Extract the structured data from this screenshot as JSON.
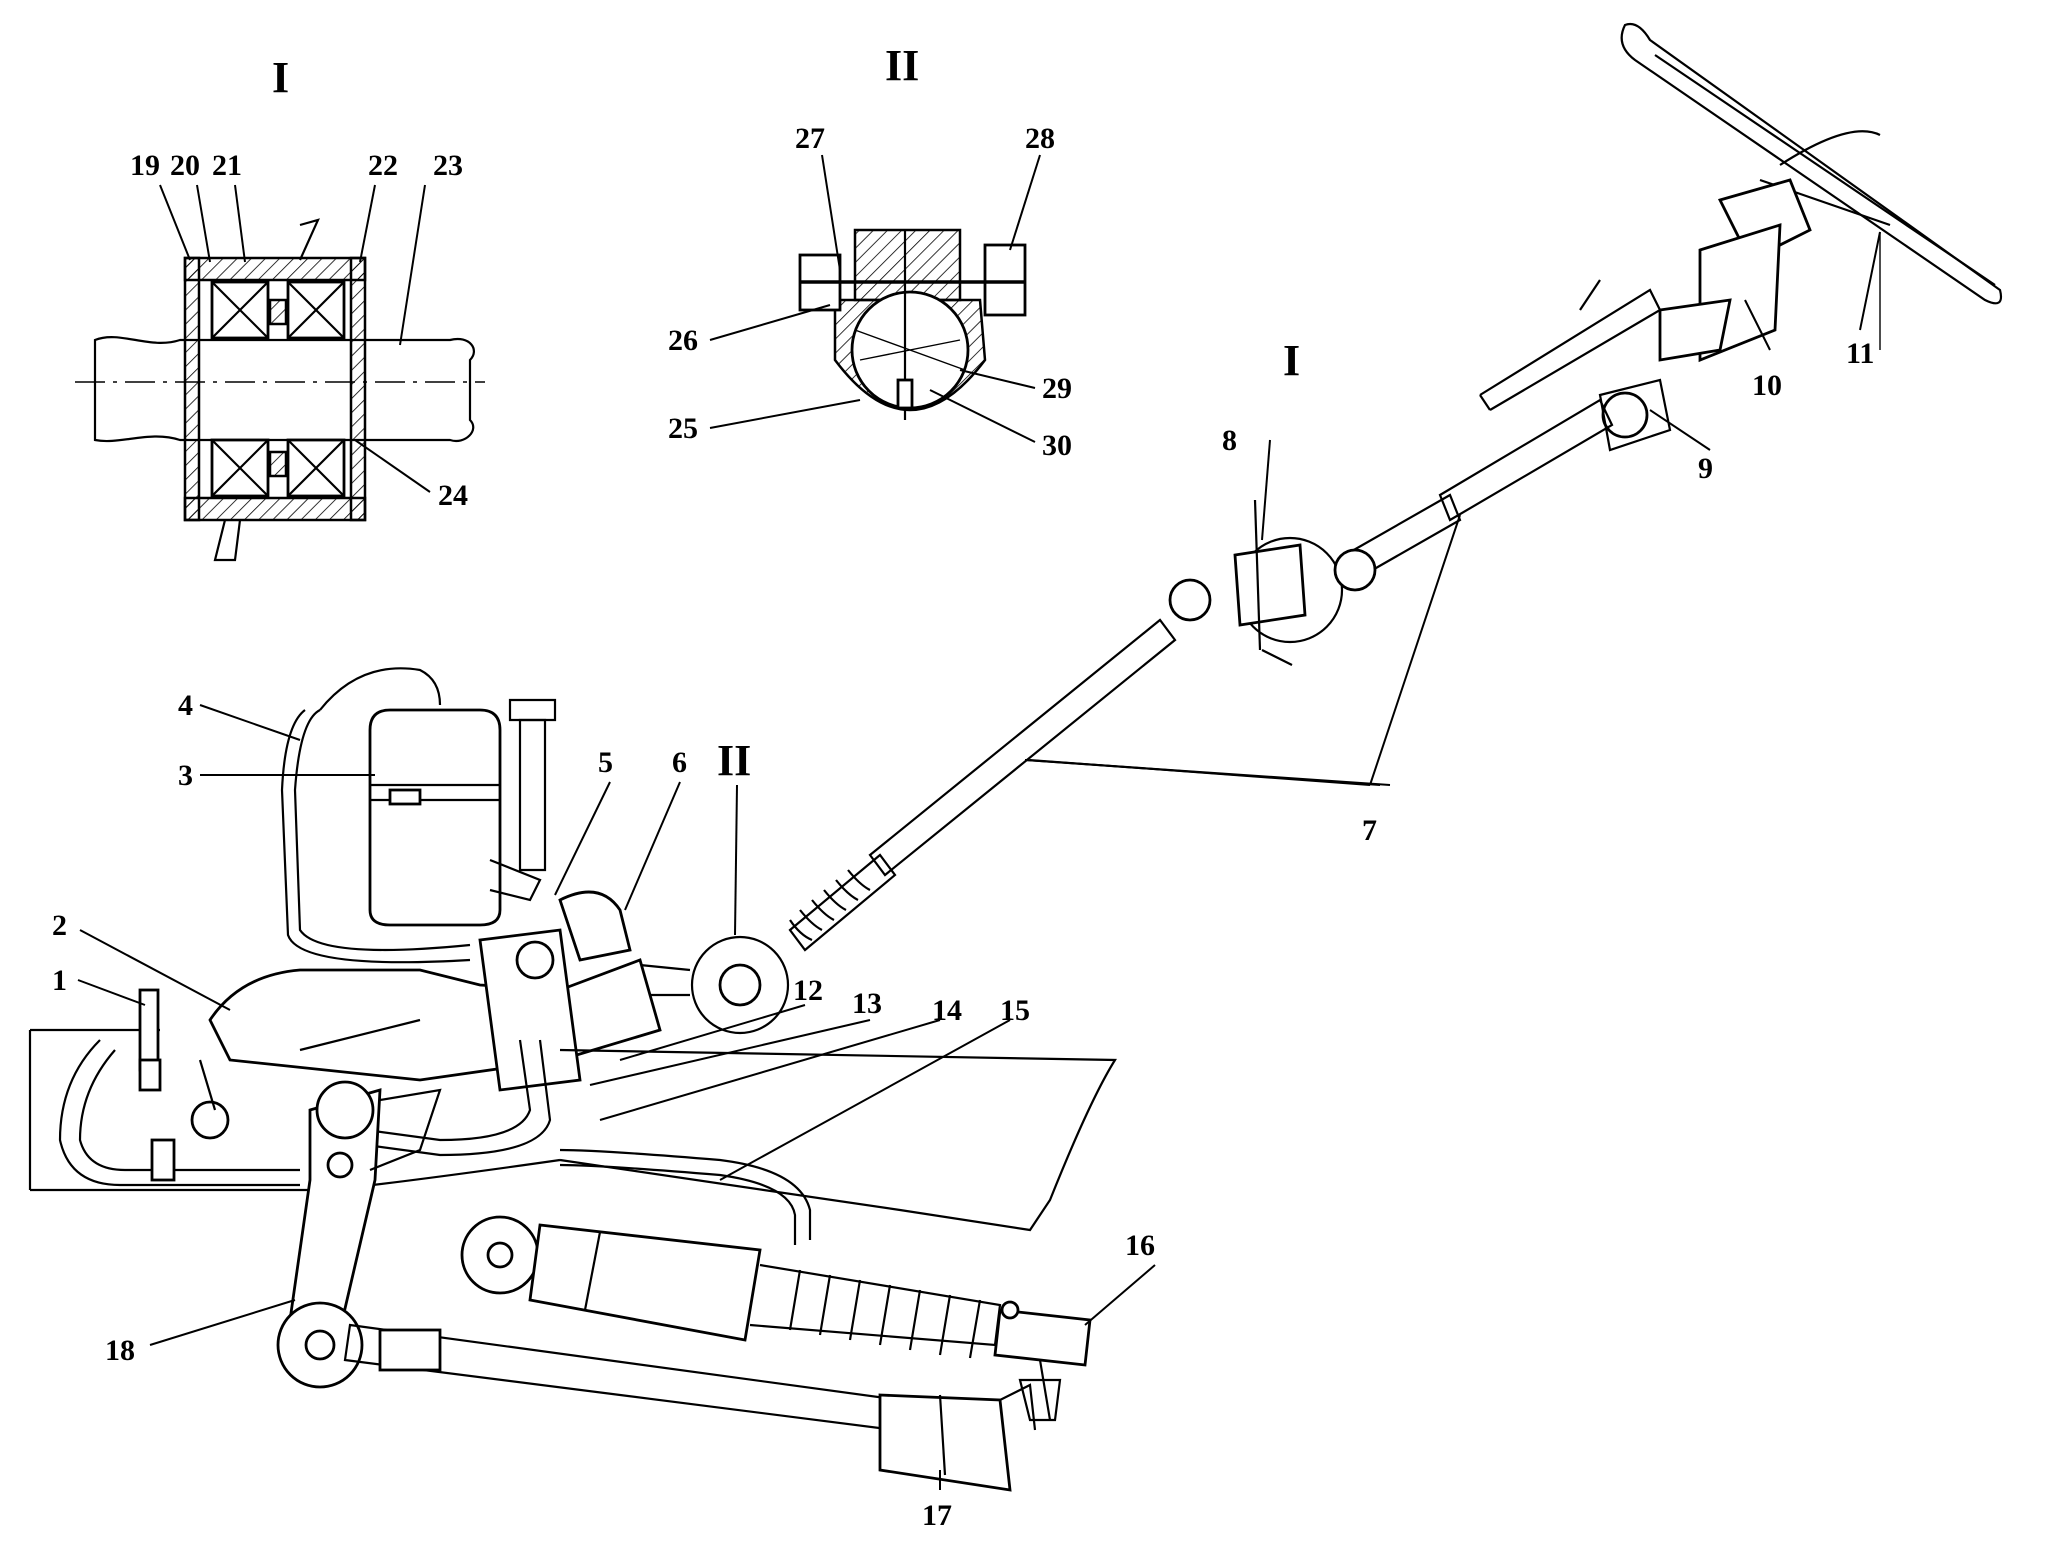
{
  "detail_titles": {
    "detail_1": "I",
    "detail_2": "II"
  },
  "view_markers": {
    "marker_joint": "I",
    "marker_clamp": "II"
  },
  "labels": {
    "n1": "1",
    "n2": "2",
    "n3": "3",
    "n4": "4",
    "n5": "5",
    "n6": "6",
    "n7": "7",
    "n8": "8",
    "n9": "9",
    "n10": "10",
    "n11": "11",
    "n12": "12",
    "n13": "13",
    "n14": "14",
    "n15": "15",
    "n16": "16",
    "n17": "17",
    "n18": "18",
    "n19": "19",
    "n20": "20",
    "n21": "21",
    "n22": "22",
    "n23": "23",
    "n24": "24",
    "n25": "25",
    "n26": "26",
    "n27": "27",
    "n28": "28",
    "n29": "29",
    "n30": "30"
  }
}
